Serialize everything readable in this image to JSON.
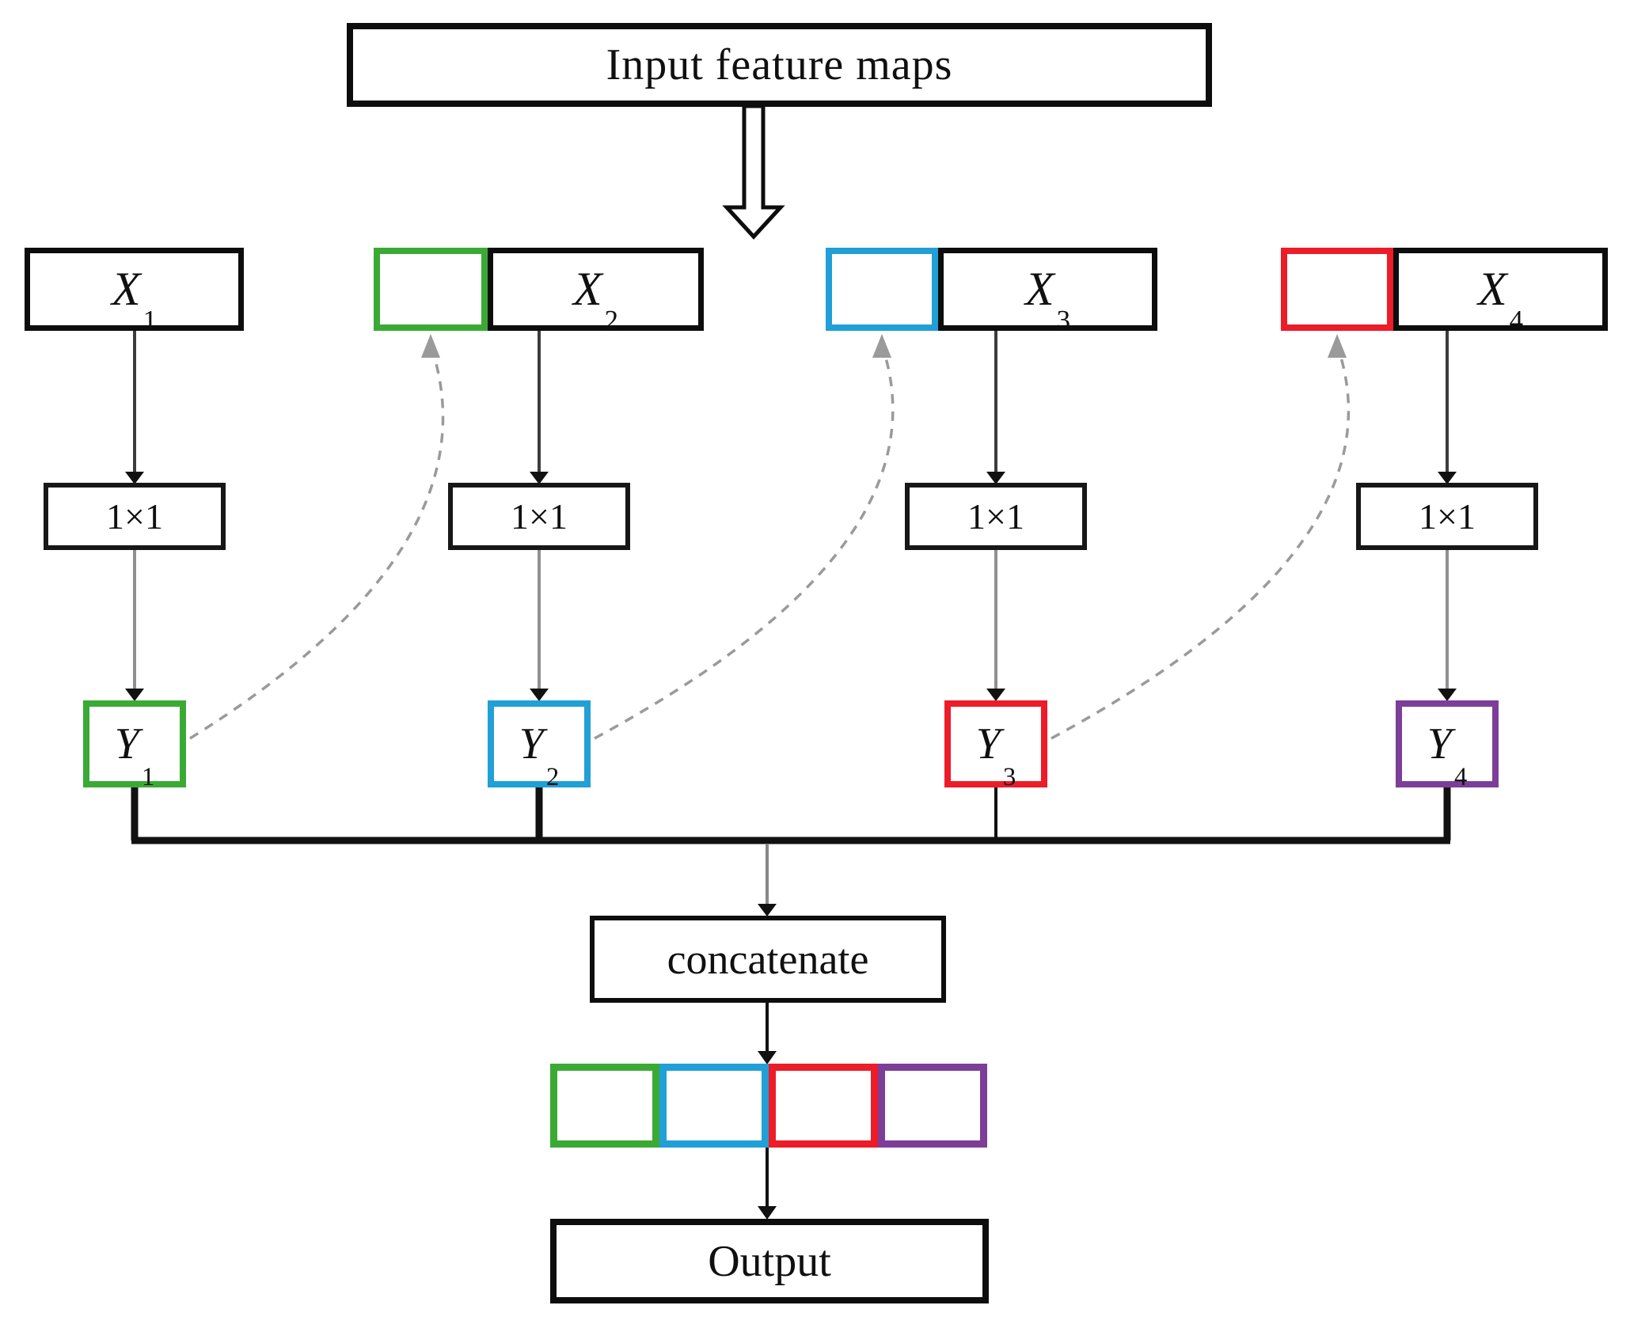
{
  "figure": {
    "input_label": "Input feature maps",
    "concatenate_label": "concatenate",
    "output_label": "Output"
  },
  "branches": [
    {
      "x_base": "X",
      "x_sub": "1",
      "conv_label": "1×1",
      "y_base": "Y",
      "y_sub": "1",
      "y_box_color": "#3aaa35",
      "prefix_box_color": null
    },
    {
      "x_base": "X",
      "x_sub": "2",
      "conv_label": "1×1",
      "y_base": "Y",
      "y_sub": "2",
      "y_box_color": "#219fd7",
      "prefix_box_color": "#3aaa35"
    },
    {
      "x_base": "X",
      "x_sub": "3",
      "conv_label": "1×1",
      "y_base": "Y",
      "y_sub": "3",
      "y_box_color": "#ec1c28",
      "prefix_box_color": "#219fd7"
    },
    {
      "x_base": "X",
      "x_sub": "4",
      "conv_label": "1×1",
      "y_base": "Y",
      "y_sub": "4",
      "y_box_color": "#7c3e98",
      "prefix_box_color": "#ec1c28"
    }
  ],
  "concat_segments": [
    {
      "color": "#3aaa35"
    },
    {
      "color": "#219fd7"
    },
    {
      "color": "#ec1c28"
    },
    {
      "color": "#7c3e98"
    }
  ],
  "colors": {
    "green": "#3aaa35",
    "blue": "#219fd7",
    "red": "#ec1c28",
    "purple": "#7c3e98",
    "line_black": "#111111",
    "arrow_gray": "#8c8c8c",
    "dash_gray": "#9a9a9a"
  }
}
